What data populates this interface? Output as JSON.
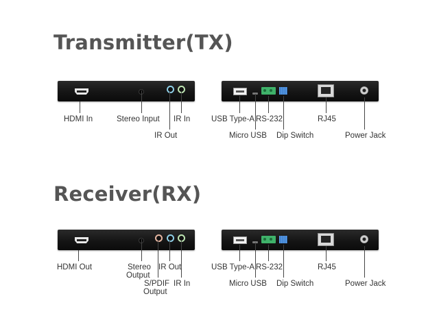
{
  "tx": {
    "title": "Transmitter(TX)",
    "labels": {
      "hdmi_in": "HDMI In",
      "stereo_input": "Stereo Input",
      "ir_out": "IR Out",
      "ir_in": "IR In",
      "usb_type_a": "USB Type-A",
      "micro_usb": "Micro USB",
      "rs232": "RS-232",
      "dip_switch": "Dip Switch",
      "rj45": "RJ45",
      "power_jack": "Power Jack"
    }
  },
  "rx": {
    "title": "Receiver(RX)",
    "labels": {
      "hdmi_out": "HDMI Out",
      "stereo_output_1": "Stereo",
      "stereo_output_2": "Output",
      "spdif_1": "S/PDIF",
      "spdif_2": "Output",
      "ir_out": "IR Out",
      "ir_in": "IR In",
      "usb_type_a": "USB Type-A",
      "micro_usb": "Micro USB",
      "rs232": "RS-232",
      "dip_switch": "Dip Switch",
      "rj45": "RJ45",
      "power_jack": "Power Jack"
    }
  },
  "icons": [
    "hdmi-port-icon",
    "audio-jack-icon",
    "usb-a-port-icon",
    "micro-usb-port-icon",
    "terminal-block-icon",
    "dip-switch-icon",
    "rj45-port-icon",
    "power-jack-icon"
  ],
  "colors": {
    "title": "#555555",
    "device": "#151515",
    "ir_out_ring": "#8fd0e8",
    "ir_in_ring": "#bfe6b4",
    "spdif_ring": "#e7b7a2",
    "terminal": "#3fb26a",
    "dip_switch": "#3a7fd0"
  }
}
